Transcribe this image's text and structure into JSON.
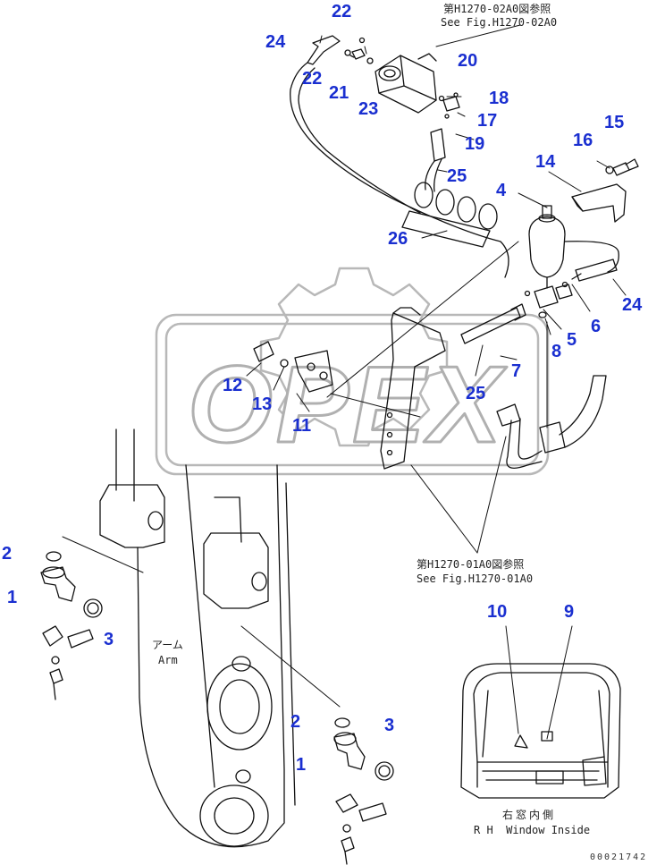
{
  "watermark": "OPEX",
  "notes": {
    "ref_02A0_jp": "第H1270-02A0図参照",
    "ref_02A0_en": "See Fig.H1270-02A0",
    "ref_01A0_jp": "第H1270-01A0図参照",
    "ref_01A0_en": "See Fig.H1270-01A0",
    "arm_jp": "アーム",
    "arm_en": "Arm",
    "window_jp": "右窓内側",
    "window_en": "R H  Window Inside"
  },
  "doc_id": "00021742",
  "callouts": [
    {
      "id": "c22a",
      "text": "22"
    },
    {
      "id": "c24a",
      "text": "24"
    },
    {
      "id": "c22b",
      "text": "22"
    },
    {
      "id": "c21",
      "text": "21"
    },
    {
      "id": "c23",
      "text": "23"
    },
    {
      "id": "c20",
      "text": "20"
    },
    {
      "id": "c18",
      "text": "18"
    },
    {
      "id": "c17",
      "text": "17"
    },
    {
      "id": "c19",
      "text": "19"
    },
    {
      "id": "c25a",
      "text": "25"
    },
    {
      "id": "c15",
      "text": "15"
    },
    {
      "id": "c16",
      "text": "16"
    },
    {
      "id": "c14",
      "text": "14"
    },
    {
      "id": "c4",
      "text": "4"
    },
    {
      "id": "c26",
      "text": "26"
    },
    {
      "id": "c24b",
      "text": "24"
    },
    {
      "id": "c6",
      "text": "6"
    },
    {
      "id": "c5",
      "text": "5"
    },
    {
      "id": "c8",
      "text": "8"
    },
    {
      "id": "c7",
      "text": "7"
    },
    {
      "id": "c25b",
      "text": "25"
    },
    {
      "id": "c12",
      "text": "12"
    },
    {
      "id": "c13",
      "text": "13"
    },
    {
      "id": "c11",
      "text": "11"
    },
    {
      "id": "c2a",
      "text": "2"
    },
    {
      "id": "c1a",
      "text": "1"
    },
    {
      "id": "c3a",
      "text": "3"
    },
    {
      "id": "c10",
      "text": "10"
    },
    {
      "id": "c9",
      "text": "9"
    },
    {
      "id": "c2b",
      "text": "2"
    },
    {
      "id": "c3b",
      "text": "3"
    },
    {
      "id": "c1b",
      "text": "1"
    }
  ]
}
